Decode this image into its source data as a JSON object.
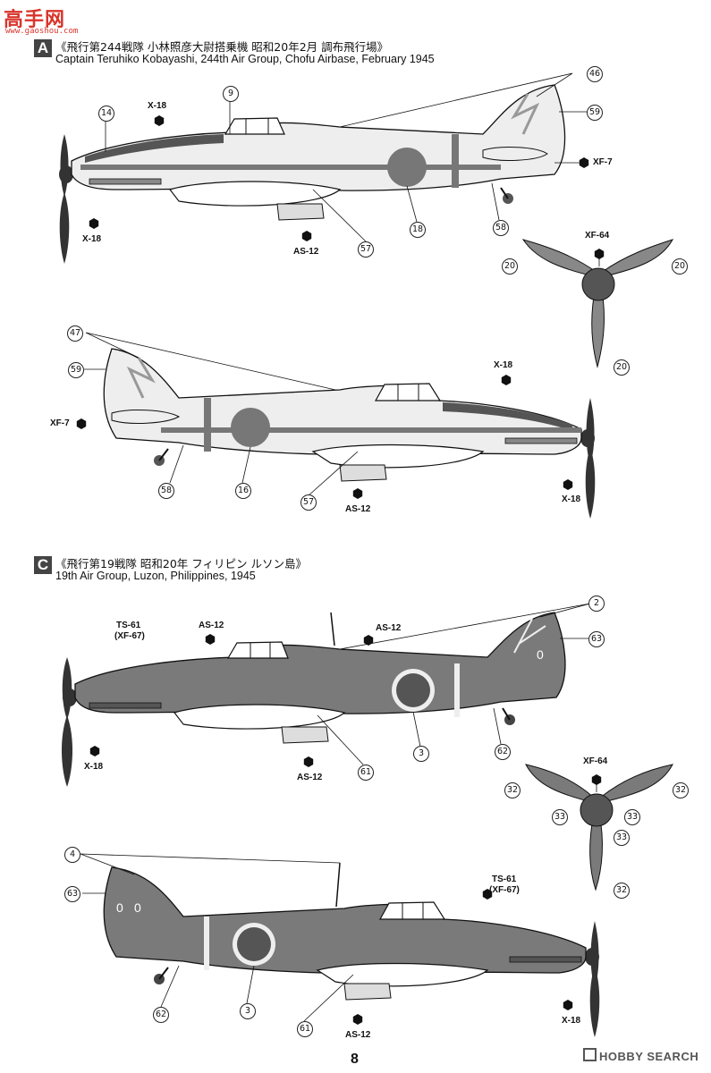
{
  "logo": {
    "text": "高手网",
    "url": "www.gaoshou.com"
  },
  "sectionA": {
    "letter": "A",
    "title_jp": "《飛行第244戦隊 小林照彦大尉搭乗機 昭和20年2月 調布飛行場》",
    "title_en": "Captain Teruhiko Kobayashi, 244th Air Group, Chofu Airbase, February 1945"
  },
  "sectionC": {
    "letter": "C",
    "title_jp": "《飛行第19戦隊 昭和20年 フィリピン ルソン島》",
    "title_en": "19th Air Group, Luzon, Philippines, 1945"
  },
  "labels": {
    "x18": "X-18",
    "as12": "AS-12",
    "xf7": "XF-7",
    "xf64": "XF-64",
    "ts61": "TS-61",
    "xf67": "(XF-67)"
  },
  "callouts": [
    "9",
    "14",
    "46",
    "59",
    "18",
    "57",
    "58",
    "20",
    "47",
    "16",
    "2",
    "63",
    "3",
    "61",
    "62",
    "32",
    "33",
    "4"
  ],
  "page_number": "8",
  "watermark": "HOBBY SEARCH",
  "colors": {
    "accent": "#d8342b",
    "ink": "#111111",
    "aircraft_dark": "#7a7a7a",
    "aircraft_light": "#eeeeee"
  }
}
